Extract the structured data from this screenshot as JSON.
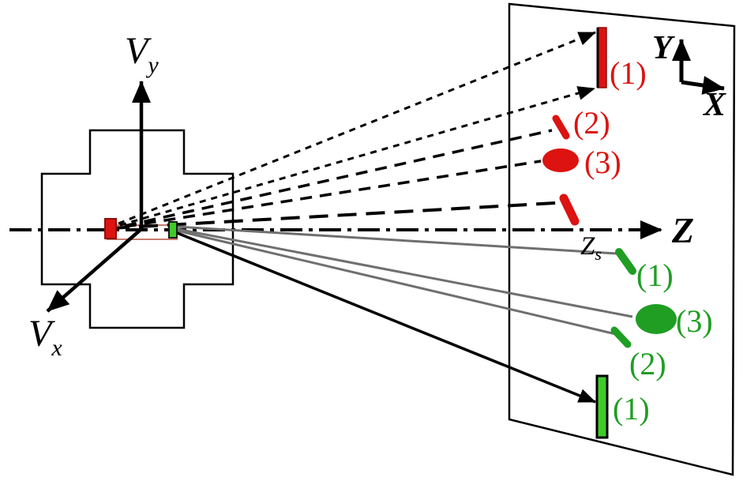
{
  "colors": {
    "red": "#dc1310",
    "dark_red": "#8e0d0a",
    "green": "#1f9e23",
    "bar_green": "#3ecb28",
    "gray": "#6f6f6f",
    "black": "#000000",
    "sensor_outline_pink": "#c87c6e"
  },
  "axes": {
    "vy": {
      "main": "V",
      "sub": "y"
    },
    "vx": {
      "main": "V",
      "sub": "x"
    },
    "z": "Z",
    "zs": {
      "main": "Z",
      "sub": "s"
    },
    "screen_y": "Y",
    "screen_x": "X"
  },
  "red_projections": {
    "bar_label": "(1)",
    "dash_label": "(2)",
    "ellipse_label": "(3)"
  },
  "green_projections": {
    "dash1_label": "(1)",
    "ellipse_label": "(3)",
    "dash2_label": "(2)",
    "bar_label": "(1)"
  }
}
